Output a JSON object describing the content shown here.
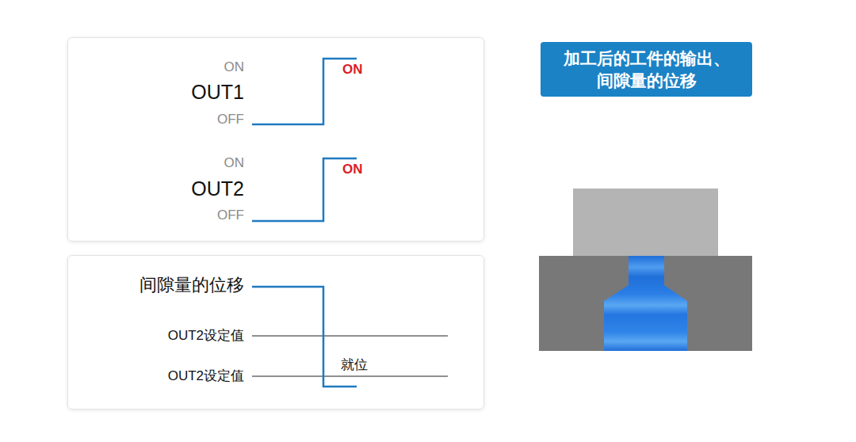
{
  "diagram": {
    "nodes": [
      {
        "text": [
          "ON",
          "OUT1",
          "OFF",
          "ON",
          "ON",
          "OUT2",
          "OFF",
          "ON"
        ]
      },
      {
        "text": [
          "加工后的工件的输出、 间隙量的位移"
        ]
      },
      {
        "text": [
          "间隙量的位移",
          "OUT2设定值",
          "OUT2设定值",
          "就位"
        ]
      }
    ]
  }
}
